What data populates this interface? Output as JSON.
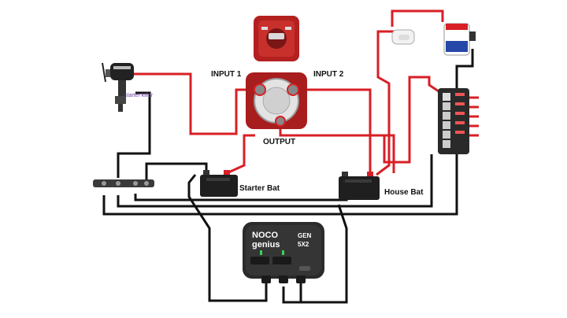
{
  "labels": {
    "input1": "INPUT 1",
    "input2": "INPUT 2",
    "output": "OUTPUT",
    "starter_bat": "Starter Bat",
    "house_bat": "House Bat",
    "outboard_tag": "starter killer"
  },
  "charger": {
    "brand_line1": "NOCO",
    "brand_line2": "genius",
    "model_line1": "GEN",
    "model_line2": "5X2"
  },
  "colors": {
    "positive_wire": "#d81f26",
    "negative_wire": "#111111",
    "switch_red": "#b32020",
    "charger_body": "#2b2b2b",
    "led_green": "#39d353"
  },
  "icons": {
    "outboard": "outboard-motor-icon",
    "switch_knob": "battery-switch-knob-icon",
    "switch": "battery-selector-switch-icon",
    "bilge_pump": "bilge-pump-icon",
    "float_switch": "float-switch-icon",
    "fuse_block": "fuse-block-icon",
    "busbar": "negative-busbar-icon",
    "charger": "battery-charger-icon"
  }
}
